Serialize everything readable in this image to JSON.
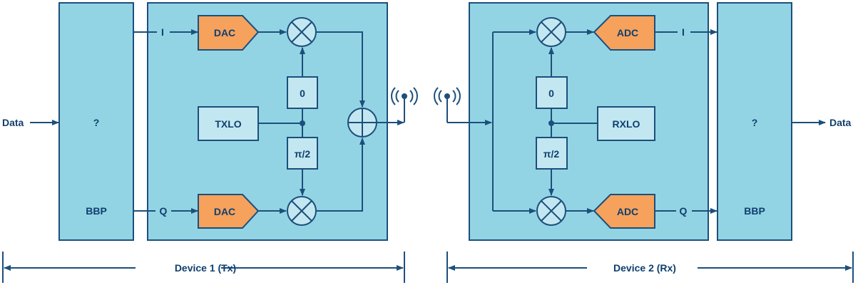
{
  "colors": {
    "block": "#93d4e4",
    "sub_block": "#c3e7f1",
    "converter": "#f6a25c",
    "line": "#1c4f7c",
    "text": "#0f3f6e"
  },
  "tx": {
    "data_in": "Data",
    "bbp_unknown": "?",
    "bbp_label": "BBP",
    "i_label": "I",
    "q_label": "Q",
    "dac_i": "DAC",
    "dac_q": "DAC",
    "phase_0": "0",
    "phase_90": "π/2",
    "lo": "TXLO",
    "span_label": "Device 1 (Tx)"
  },
  "rx": {
    "data_out": "Data",
    "bbp_unknown": "?",
    "bbp_label": "BBP",
    "i_label": "I",
    "q_label": "Q",
    "adc_i": "ADC",
    "adc_q": "ADC",
    "phase_0": "0",
    "phase_90": "π/2",
    "lo": "RXLO",
    "span_label": "Device 2 (Rx)"
  }
}
